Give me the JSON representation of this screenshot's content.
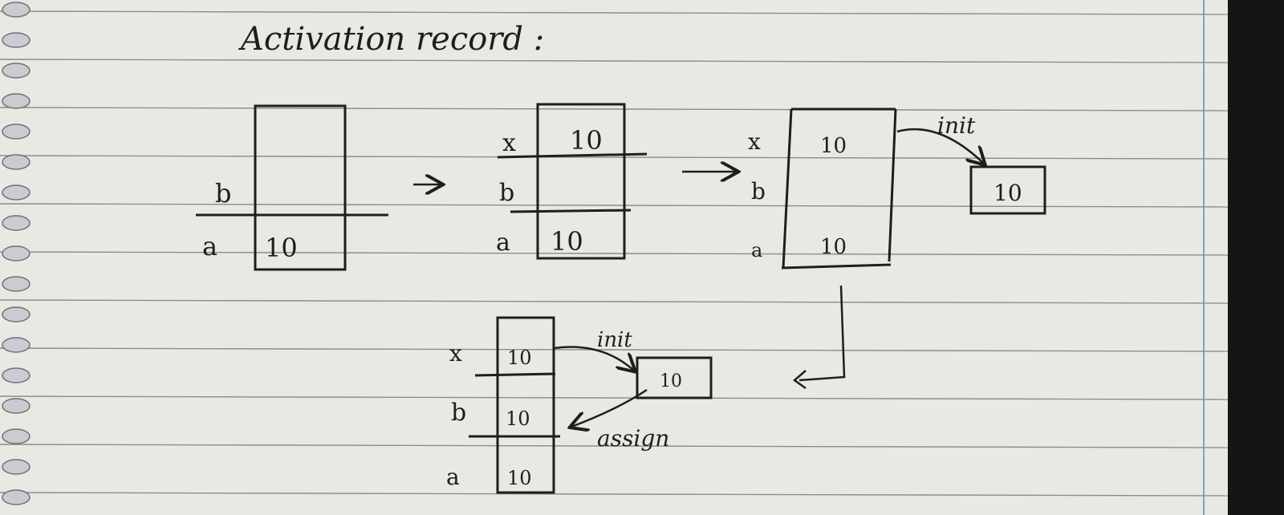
{
  "title": "Activation record :",
  "colors": {
    "paper": "#e9e8e3",
    "rule": "#8a8c93",
    "margin": "#7aa3c8",
    "ink": "#1e1e1e",
    "spiral": "#c9ccd0"
  },
  "diagrams": {
    "d1": {
      "var_b": "b",
      "var_a": "a",
      "value_a": "10"
    },
    "d2": {
      "var_x": "x",
      "value_x": "10",
      "var_b": "b",
      "var_a": "a",
      "value_a": "10"
    },
    "d3": {
      "var_x": "x",
      "value_x": "10",
      "var_b": "b",
      "var_a": "a",
      "value_a": "10",
      "arrow_label": "init",
      "heap_value": "10"
    },
    "d4": {
      "var_x": "x",
      "value_x": "10",
      "var_b": "b",
      "value_b": "10",
      "var_a": "a",
      "value_a": "10",
      "init_label": "init",
      "heap_value": "10",
      "assign_label": "assign"
    }
  }
}
